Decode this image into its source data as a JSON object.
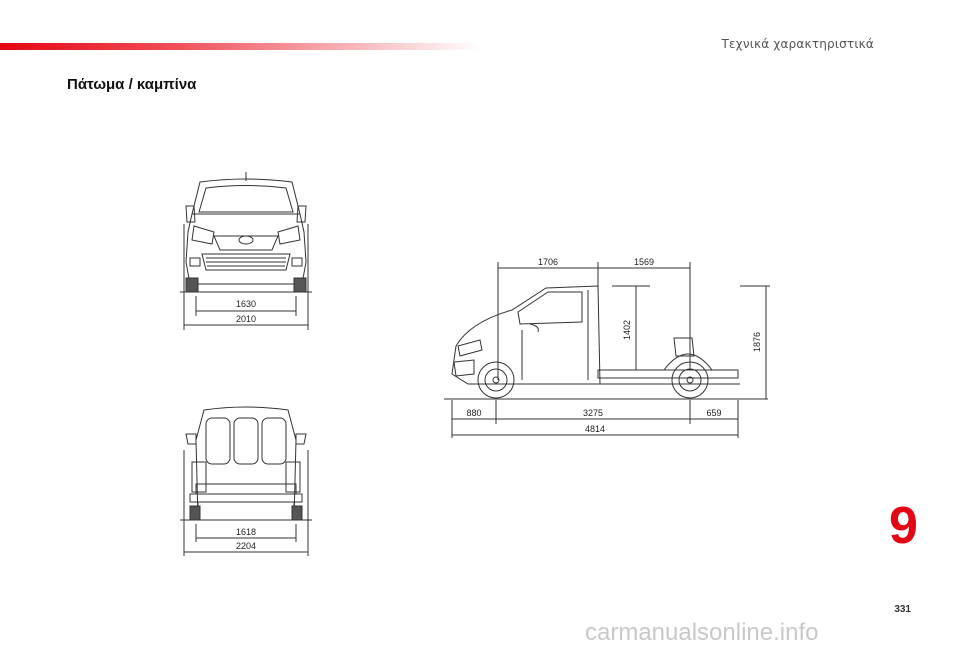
{
  "header": {
    "section_label": "Τεχνικά χαρακτηριστικά"
  },
  "page": {
    "title": "Πάτωμα / καμπίνα",
    "chapter": "9",
    "number": "331",
    "watermark": "carmanualsonline.info"
  },
  "diagrams": {
    "front_view": {
      "inner_width": "1630",
      "outer_width": "2010"
    },
    "rear_view": {
      "inner_width": "1618",
      "outer_width": "2204"
    },
    "side_view": {
      "cab_length": "1706",
      "rear_overhang_top": "1569",
      "platform_height": "1402",
      "total_height": "1876",
      "front_overhang": "880",
      "wheelbase": "3275",
      "rear_overhang": "659",
      "total_length": "4814"
    }
  }
}
